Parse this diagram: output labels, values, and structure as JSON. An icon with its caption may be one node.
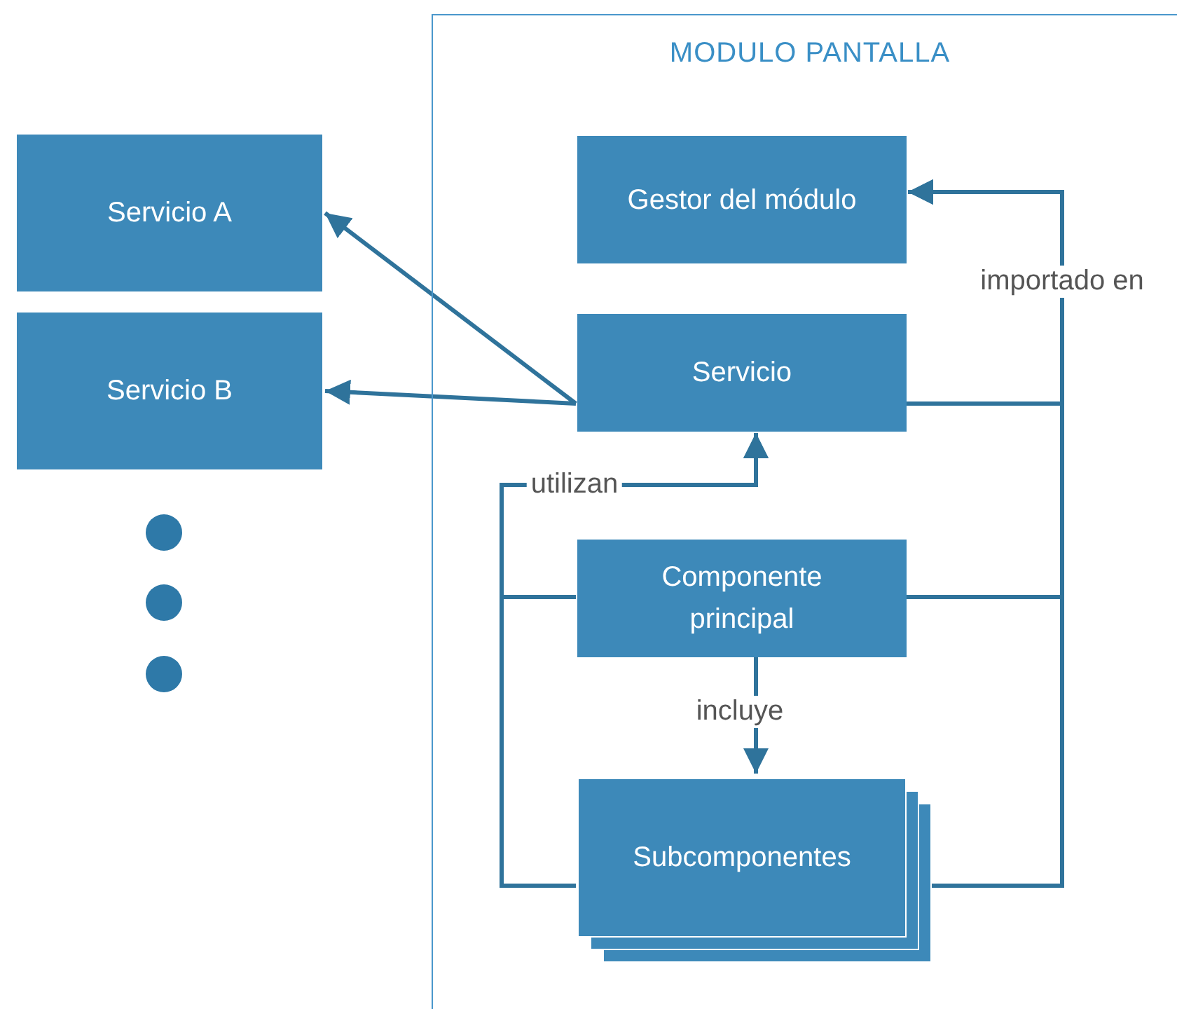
{
  "diagram": {
    "nodes": [
      {
        "text": [
          "MODULO PANTALLA"
        ]
      },
      {
        "text": [
          "Servicio A"
        ]
      },
      {
        "text": [
          "Servicio B"
        ]
      },
      {
        "text": [
          "Gestor del módulo"
        ],
        "in": 0
      },
      {
        "text": [
          "Servicio"
        ],
        "in": 0
      },
      {
        "text": [
          "Componente principal"
        ],
        "in": 0
      },
      {
        "text": [
          "Subcomponentes"
        ],
        "in": 0
      },
      {
        "text": [],
        "shape": "circle"
      },
      {
        "text": [],
        "shape": "circle"
      },
      {
        "text": [],
        "shape": "circle"
      }
    ],
    "edges": [
      {
        "from": 4,
        "to": 1,
        "arrow": "to"
      },
      {
        "from": 4,
        "to": 2,
        "arrow": "to"
      },
      {
        "from": 4,
        "to": 3,
        "arrow": "to",
        "label": "importado en"
      },
      {
        "from": 5,
        "to": 3,
        "arrow": "to"
      },
      {
        "from": 6,
        "to": 3,
        "arrow": "to"
      },
      {
        "from": 5,
        "to": 4,
        "arrow": "to",
        "label": "utilizan"
      },
      {
        "from": 6,
        "to": 4,
        "arrow": "to"
      },
      {
        "from": 5,
        "to": 6,
        "arrow": "to",
        "label": "incluye"
      }
    ]
  }
}
